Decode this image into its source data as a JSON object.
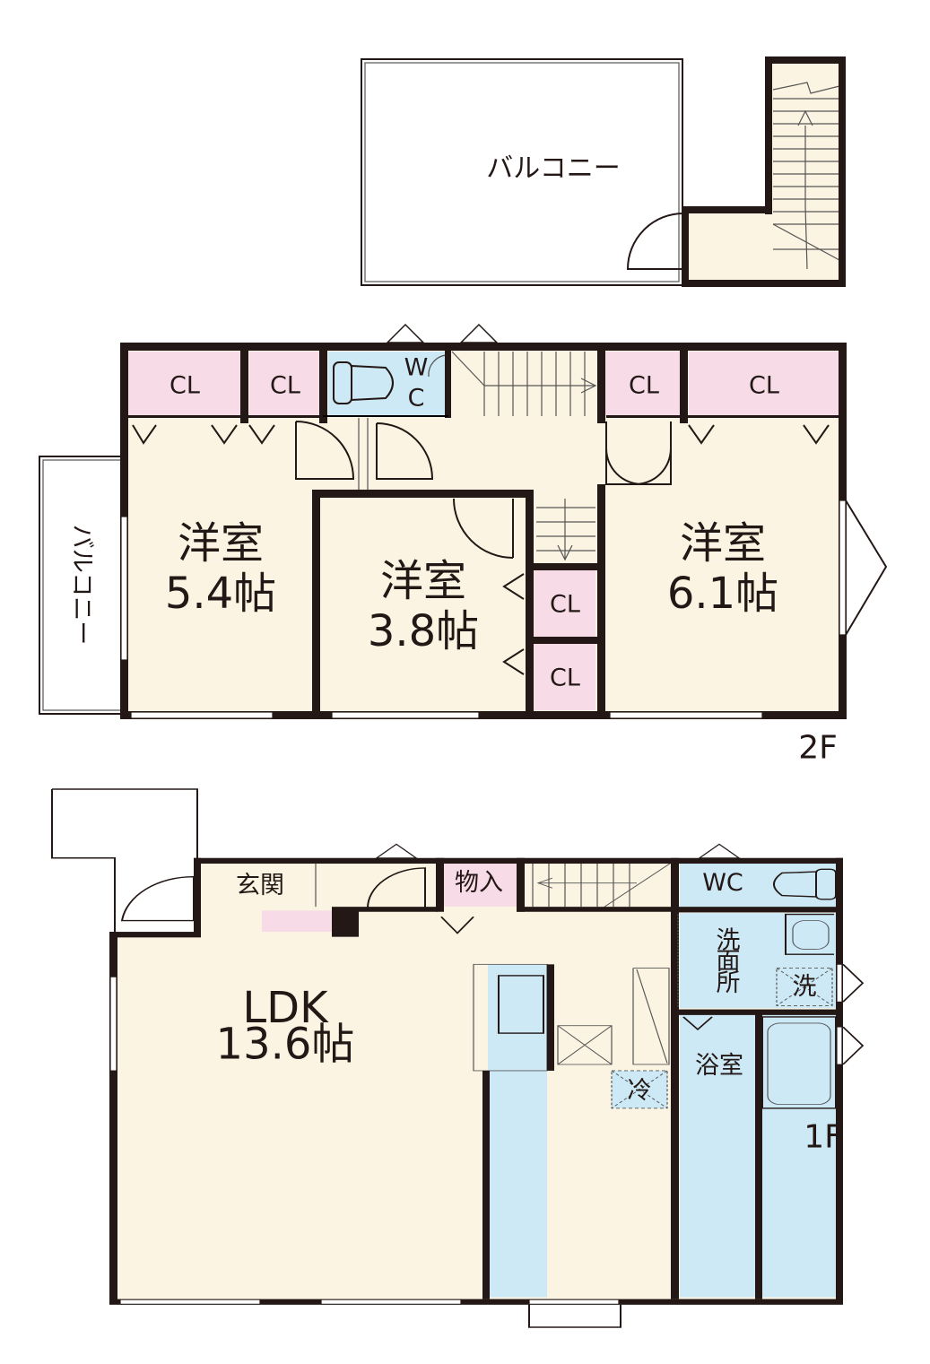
{
  "colors": {
    "room": "#fcf4e2",
    "closet": "#f7dbe6",
    "wet": "#cde9f6",
    "wall": "#231815"
  },
  "roof": {
    "balcony": "バルコニー"
  },
  "floor2": {
    "label": "2F",
    "cl": "CL",
    "wc": [
      "W",
      "C"
    ],
    "side_balcony": "バルコニー",
    "room_a": {
      "name": "洋室",
      "size": "5.4帖"
    },
    "room_b": {
      "name": "洋室",
      "size": "3.8帖"
    },
    "room_c": {
      "name": "洋室",
      "size": "6.1帖"
    }
  },
  "floor1": {
    "label": "1F",
    "entrance": "玄関",
    "storage": "物入",
    "wc": "WC",
    "washroom": [
      "洗",
      "面",
      "所"
    ],
    "washer": "洗",
    "bath": "浴室",
    "fridge": "冷",
    "ldk": {
      "name": "LDK",
      "size": "13.6帖"
    }
  }
}
